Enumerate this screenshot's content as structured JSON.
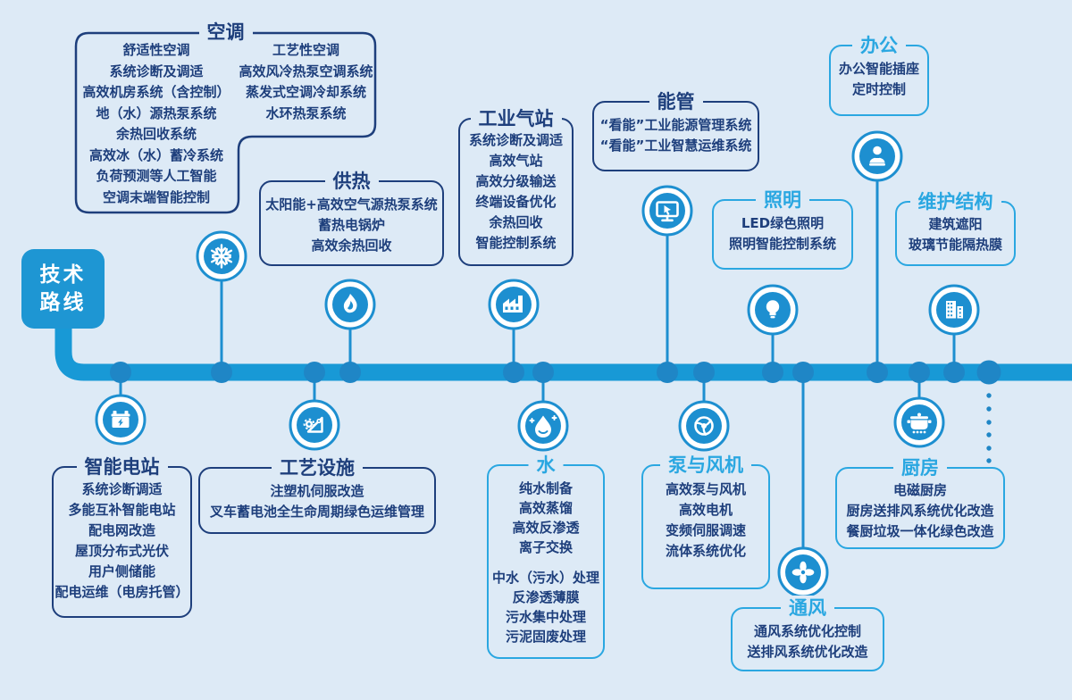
{
  "roadmap_label": {
    "line1": "技术",
    "line2": "路线"
  },
  "colors": {
    "background": "#ddeaf6",
    "timeline_blue": "#1899d6",
    "node_blue": "#1f86c6",
    "icon_blue": "#1d8fd0",
    "navy": "#1e3f7c",
    "cyan": "#2aa7e1",
    "label_box_blue": "#1e96d3",
    "white": "#ffffff"
  },
  "icons": {
    "kongtiao": "snowflake-icon",
    "gongre": "flame-icon",
    "qizhan": "factory-icon",
    "nengguan": "monitor-cursor-icon",
    "zhaoming": "lightbulb-icon",
    "bangong": "office-worker-icon",
    "weihu": "building-icon",
    "dianzhan": "battery-icon",
    "sheshi": "triangle-gear-icon",
    "shui": "water-drop-icon",
    "beng": "pump-impeller-icon",
    "tongfeng": "fan-icon",
    "chufang": "cooking-pot-icon"
  },
  "boxes": {
    "kongtiao": {
      "title": "空调",
      "left_header": "舒适性空调",
      "left_items": [
        "系统诊断及调适",
        "高效机房系统（含控制）",
        "地（水）源热泵系统",
        "余热回收系统",
        "高效冰（水）蓄冷系统",
        "负荷预测等人工智能",
        "空调末端智能控制"
      ],
      "right_header": "工艺性空调",
      "right_items": [
        "高效风冷热泵空调系统",
        "蒸发式空调冷却系统",
        "水环热泵系统"
      ]
    },
    "gongre": {
      "title": "供热",
      "items": [
        "太阳能+高效空气源热泵系统",
        "蓄热电锅炉",
        "高效余热回收"
      ]
    },
    "qizhan": {
      "title": "工业气站",
      "items": [
        "系统诊断及调适",
        "高效气站",
        "高效分级输送",
        "终端设备优化",
        "余热回收",
        "智能控制系统"
      ]
    },
    "nengguan": {
      "title": "能管",
      "items": [
        "“看能”工业能源管理系统",
        "“看能”工业智慧运维系统"
      ]
    },
    "zhaoming": {
      "title": "照明",
      "items": [
        "LED绿色照明",
        "照明智能控制系统"
      ]
    },
    "bangong": {
      "title": "办公",
      "items": [
        "办公智能插座",
        "定时控制"
      ]
    },
    "weihu": {
      "title": "维护结构",
      "items": [
        "建筑遮阳",
        "玻璃节能隔热膜"
      ]
    },
    "dianzhan": {
      "title": "智能电站",
      "items": [
        "系统诊断调适",
        "多能互补智能电站",
        "配电网改造",
        "屋顶分布式光伏",
        "用户侧储能",
        "配电运维（电房托管）"
      ]
    },
    "sheshi": {
      "title": "工艺设施",
      "items": [
        "注塑机伺服改造",
        "叉车蓄电池全生命周期绿色运维管理"
      ]
    },
    "shui": {
      "title": "水",
      "group1_header": "纯水制备",
      "group1_items": [
        "高效蒸馏",
        "高效反渗透",
        "离子交换"
      ],
      "group2_header": "中水（污水）处理",
      "group2_items": [
        "反渗透薄膜",
        "污水集中处理",
        "污泥固废处理"
      ]
    },
    "beng": {
      "title": "泵与风机",
      "items": [
        "高效泵与风机",
        "高效电机",
        "变频伺服调速",
        "流体系统优化"
      ]
    },
    "tongfeng": {
      "title": "通风",
      "items": [
        "通风系统优化控制",
        "送排风系统优化改造"
      ]
    },
    "chufang": {
      "title": "厨房",
      "items": [
        "电磁厨房",
        "厨房送排风系统优化改造",
        "餐厨垃圾一体化绿色改造"
      ]
    }
  }
}
